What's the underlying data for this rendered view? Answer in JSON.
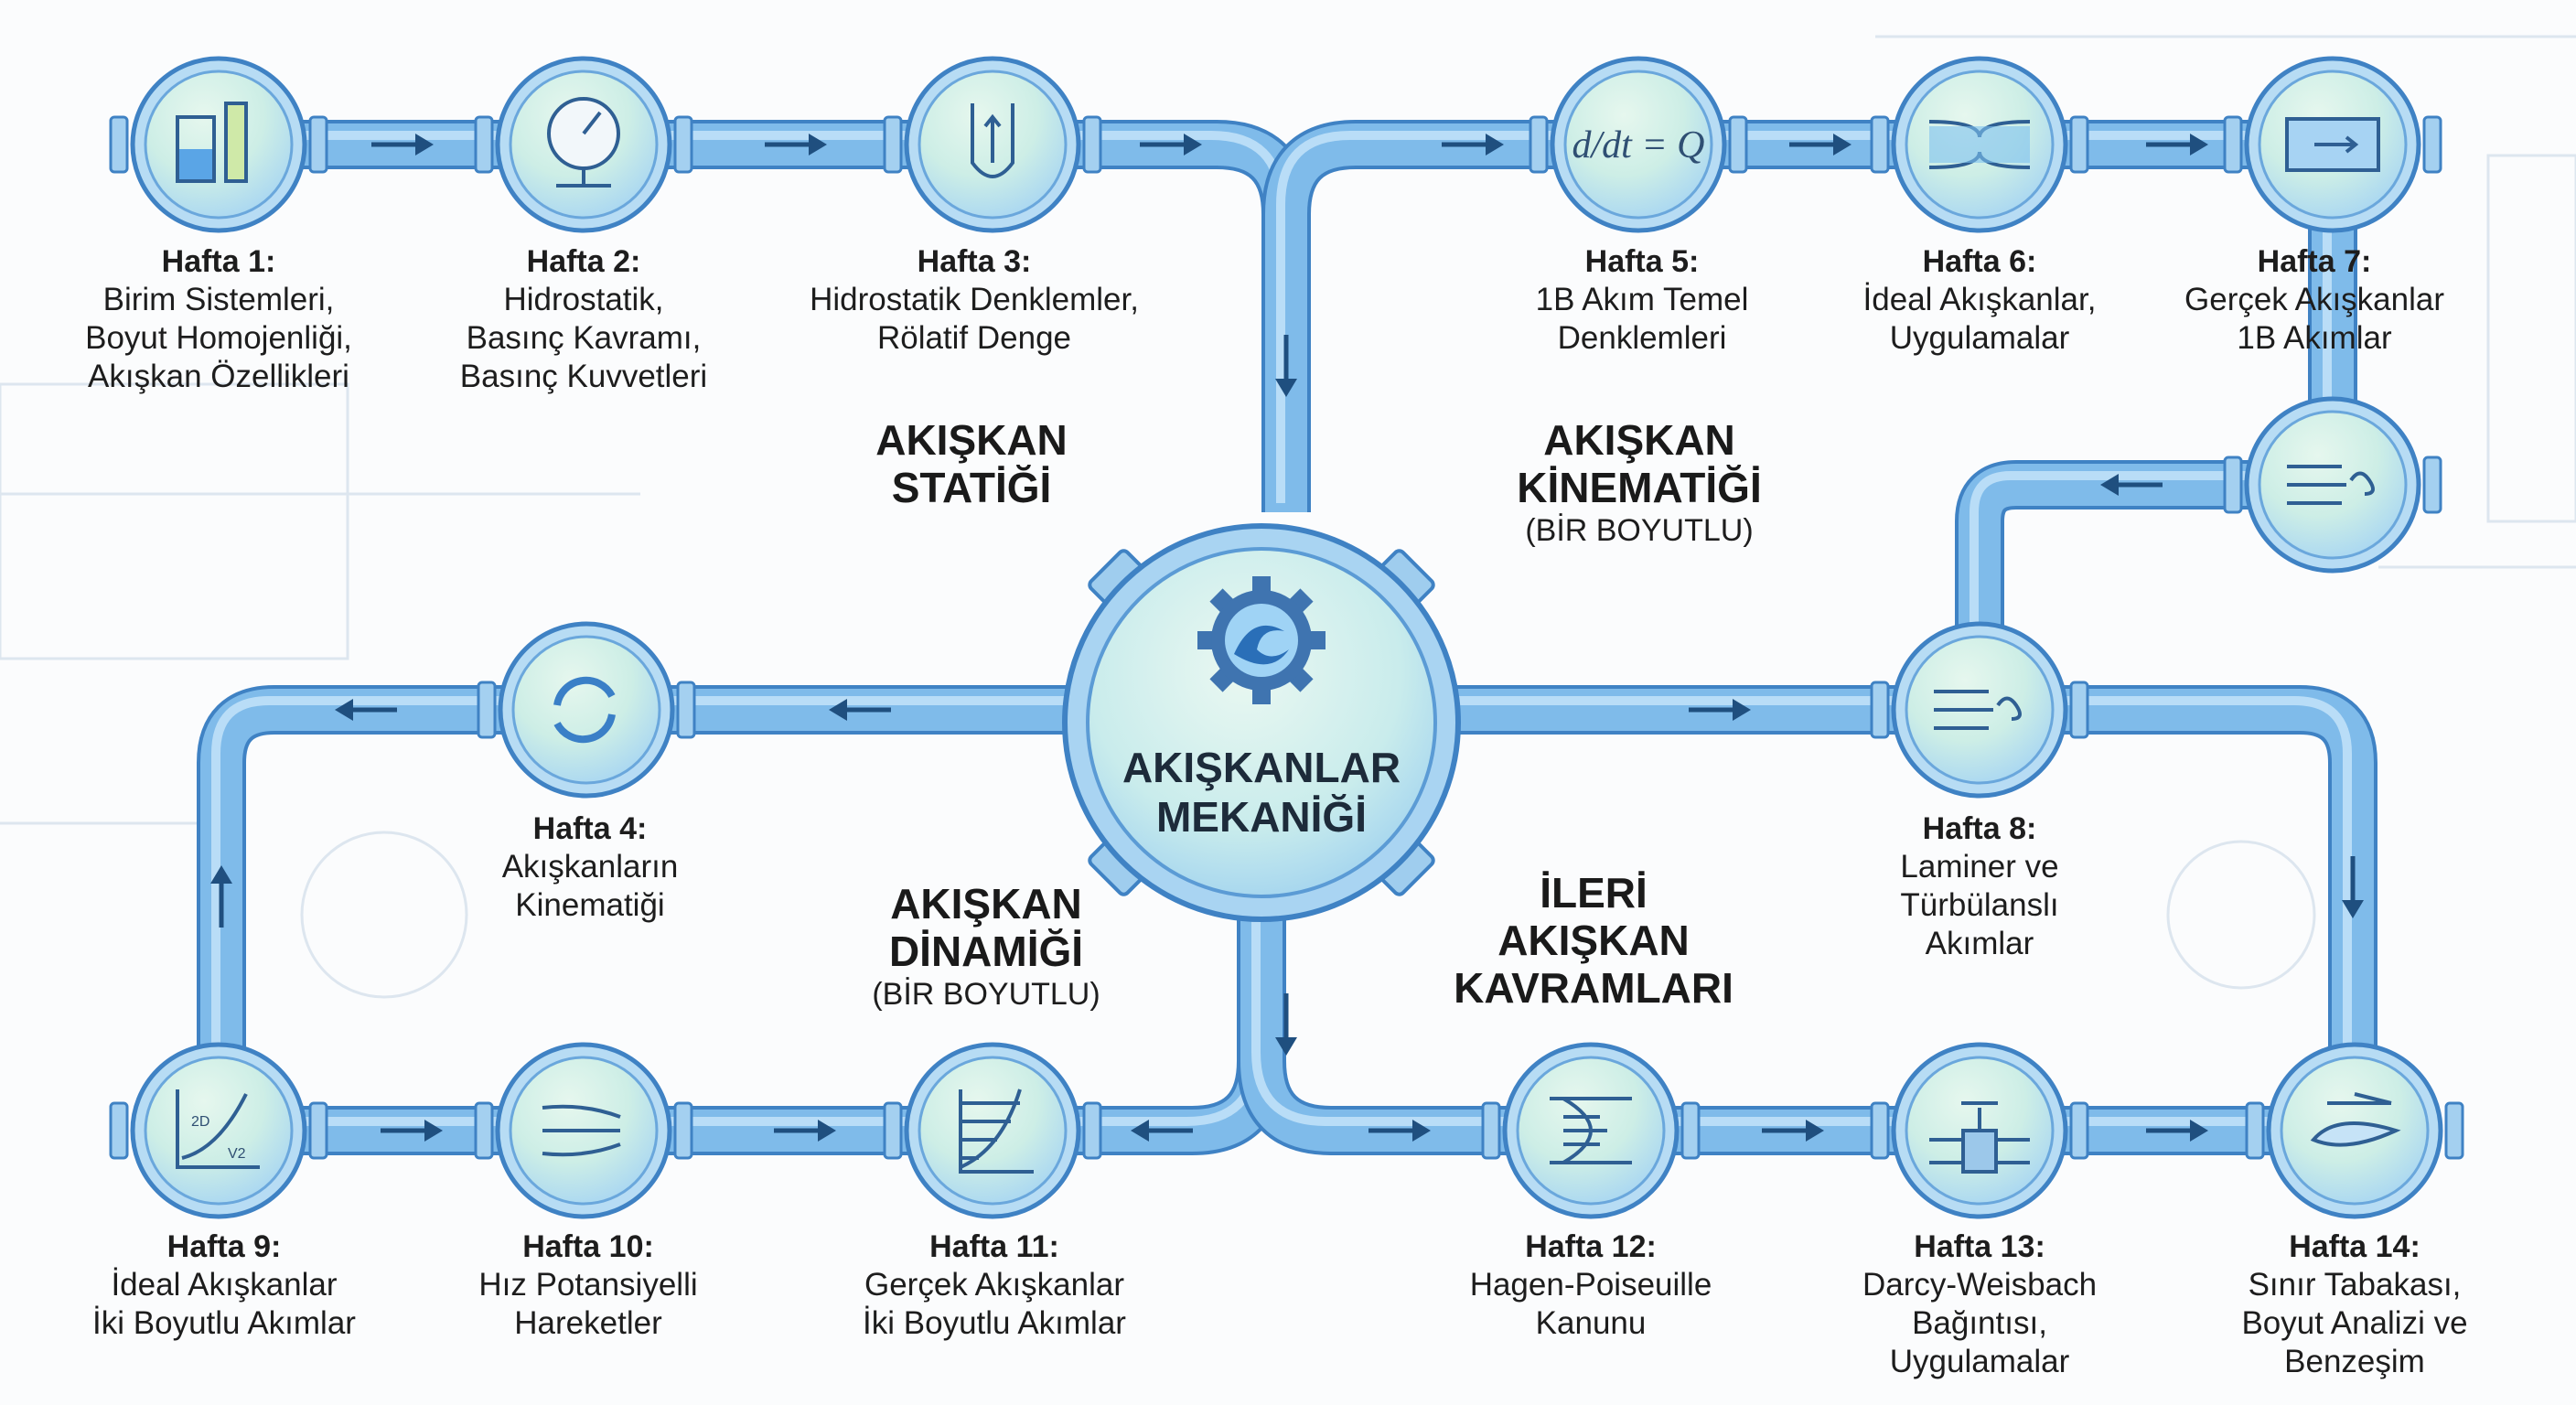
{
  "center": {
    "title_line1": "AKIŞKANLAR",
    "title_line2": "MEKANİĞİ",
    "icon": "gear-wave-icon"
  },
  "categories": [
    {
      "lines": [
        "AKIŞKAN",
        "STATİĞİ"
      ],
      "sub": ""
    },
    {
      "lines": [
        "AKIŞKAN",
        "KİNEMATİĞİ"
      ],
      "sub": "(BİR BOYUTLU)"
    },
    {
      "lines": [
        "AKIŞKAN",
        "DİNAMİĞİ"
      ],
      "sub": "(BİR BOYUTLU)"
    },
    {
      "lines": [
        "İLERİ",
        "AKIŞKAN",
        "KAVRAMLARI"
      ],
      "sub": ""
    }
  ],
  "weeks": [
    {
      "title": "Hafta 1:",
      "lines": [
        "Birim Sistemleri,",
        "Boyut Homojenliği,",
        "Akışkan Özellikleri"
      ],
      "icon": "beaker-ruler-icon"
    },
    {
      "title": "Hafta 2:",
      "lines": [
        "Hidrostatik,",
        "Basınç Kavramı,",
        "Basınç Kuvvetleri"
      ],
      "icon": "pressure-gauge-icon"
    },
    {
      "title": "Hafta 3:",
      "lines": [
        "Hidrostatik Denklemler,",
        "Rölatif Denge"
      ],
      "icon": "u-tube-manometer-icon"
    },
    {
      "title": "Hafta 4:",
      "lines": [
        "Akışkanların",
        "Kinematiği"
      ],
      "icon": "cycle-arrows-icon"
    },
    {
      "title": "Hafta 5:",
      "lines": [
        "1B Akım Temel",
        "Denklemleri"
      ],
      "icon": "equation-icon",
      "equation": "d/dt = Q"
    },
    {
      "title": "Hafta 6:",
      "lines": [
        "İdeal Akışkanlar,",
        "Uygulamalar"
      ],
      "icon": "venturi-icon"
    },
    {
      "title": "Hafta 7:",
      "lines": [
        "Gerçek Akışkanlar",
        "1B Akımlar"
      ],
      "icon": "pipe-flow-icon"
    },
    {
      "title": "Hafta 8:",
      "lines": [
        "Laminer ve",
        "Türbülanslı",
        "Akımlar"
      ],
      "icon": "turbulence-icon"
    },
    {
      "title": "Hafta 9:",
      "lines": [
        "İdeal Akışkanlar",
        "İki Boyutlu Akımlar"
      ],
      "icon": "graph-2d-icon",
      "icon_labels": [
        "2D",
        "V2"
      ]
    },
    {
      "title": "Hafta 10:",
      "lines": [
        "Hız Potansiyelli",
        "Hareketler"
      ],
      "icon": "streamlines-icon"
    },
    {
      "title": "Hafta 11:",
      "lines": [
        "Gerçek Akışkanlar",
        "İki Boyutlu Akımlar"
      ],
      "icon": "velocity-profile-icon"
    },
    {
      "title": "Hafta 12:",
      "lines": [
        "Hagen-Poiseuille",
        "Kanunu"
      ],
      "icon": "parabolic-profile-icon"
    },
    {
      "title": "Hafta 13:",
      "lines": [
        "Darcy-Weisbach",
        "Bağıntısı,",
        "Uygulamalar"
      ],
      "icon": "valve-icon"
    },
    {
      "title": "Hafta 14:",
      "lines": [
        "Sınır Tabakası,",
        "Boyut Analizi ve",
        "Benzeşim"
      ],
      "icon": "airfoil-icon"
    }
  ],
  "colors": {
    "pipe": "#7fbbea",
    "pipe_edge": "#3f82c4",
    "node_fill": "#d8f0e8",
    "arrow": "#1f4f7f",
    "text": "#1d1d1d"
  }
}
